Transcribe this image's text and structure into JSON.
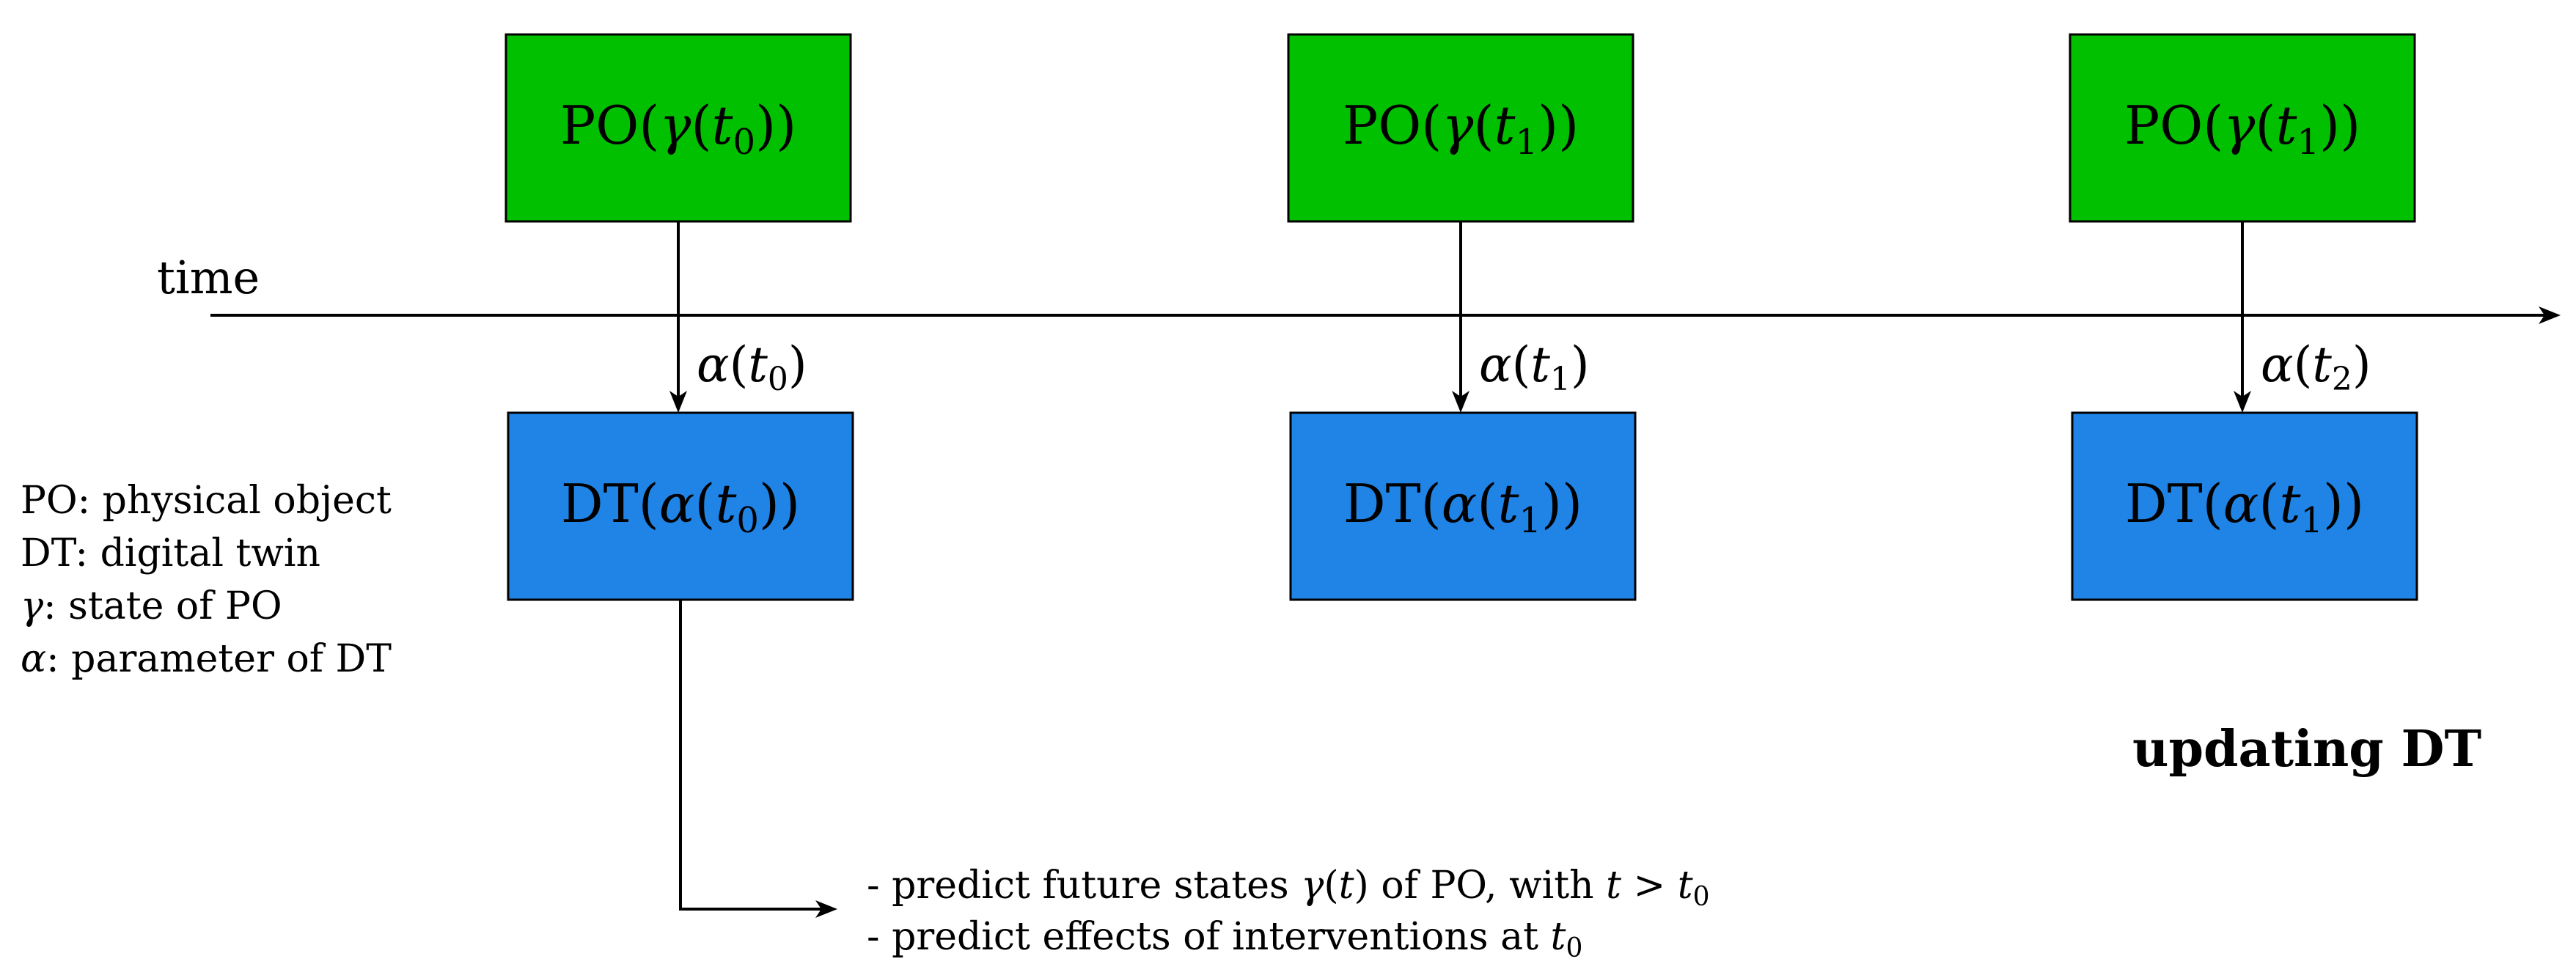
{
  "colors": {
    "physical_object_box": "#00c000",
    "digital_twin_box": "#1f84e6",
    "line": "#000000"
  },
  "timeline": {
    "label": "time"
  },
  "physical_objects": [
    {
      "prefix": "PO(",
      "symbol": "γ",
      "open": "(",
      "var": "t",
      "sub": "0",
      "close": "))"
    },
    {
      "prefix": "PO(",
      "symbol": "γ",
      "open": "(",
      "var": "t",
      "sub": "1",
      "close": "))"
    },
    {
      "prefix": "PO(",
      "symbol": "γ",
      "open": "(",
      "var": "t",
      "sub": "1",
      "close": "))"
    }
  ],
  "digital_twins": [
    {
      "prefix": "DT(",
      "symbol": "α",
      "open": "(",
      "var": "t",
      "sub": "0",
      "close": "))"
    },
    {
      "prefix": "DT(",
      "symbol": "α",
      "open": "(",
      "var": "t",
      "sub": "1",
      "close": "))"
    },
    {
      "prefix": "DT(",
      "symbol": "α",
      "open": "(",
      "var": "t",
      "sub": "1",
      "close": "))"
    }
  ],
  "arrow_labels": [
    {
      "symbol": "α",
      "open": "(",
      "var": "t",
      "sub": "0",
      "close": ")"
    },
    {
      "symbol": "α",
      "open": "(",
      "var": "t",
      "sub": "1",
      "close": ")"
    },
    {
      "symbol": "α",
      "open": "(",
      "var": "t",
      "sub": "2",
      "close": ")"
    }
  ],
  "legend": {
    "po": {
      "key": "PO",
      "text": ": physical object"
    },
    "dt": {
      "key": "DT",
      "text": ": digital twin"
    },
    "gamma": {
      "key": "γ",
      "text": ": state of PO"
    },
    "alpha": {
      "key": "α",
      "text": ": parameter of DT"
    }
  },
  "notes": {
    "line1": {
      "before": "- predict future states ",
      "symbol": "γ",
      "open": "(",
      "var": "t",
      "close": ")",
      "middle": " of PO, with ",
      "var2": "t",
      "gt": " > ",
      "var3": "t",
      "sub": "0"
    },
    "line2": {
      "before": "- predict effects of interventions at ",
      "var": "t",
      "sub": "0"
    }
  },
  "updating_label": "updating DT"
}
